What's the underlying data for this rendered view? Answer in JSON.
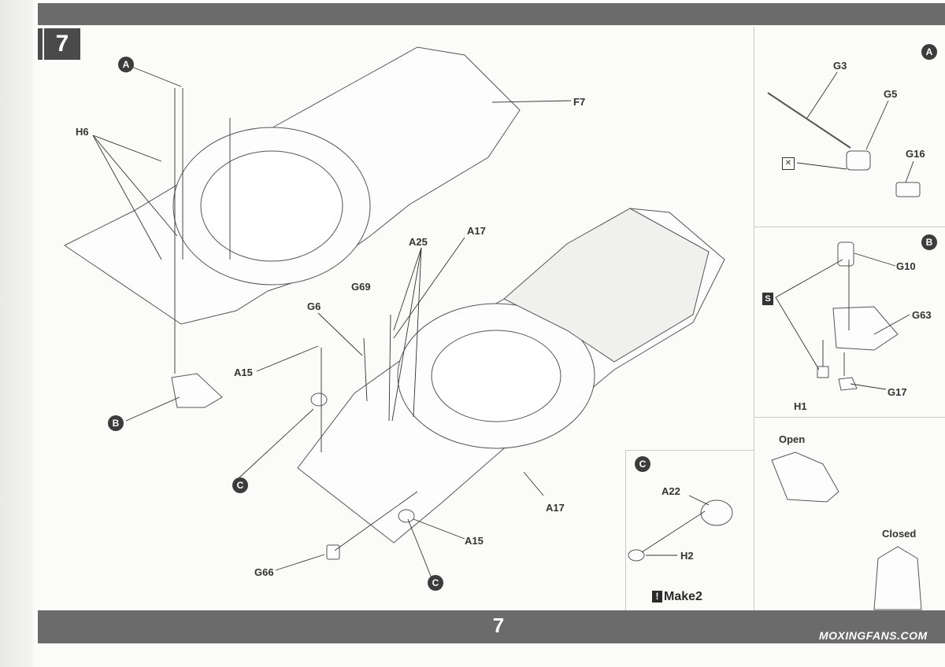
{
  "step": {
    "number": "7",
    "footer_number": "7"
  },
  "markers": {
    "a": "A",
    "b": "B",
    "c": "C"
  },
  "main_labels": {
    "f7": "F7",
    "h6": "H6",
    "a25": "A25",
    "a17_top": "A17",
    "g69": "G69",
    "g6": "G6",
    "a15_left": "A15",
    "a17_bottom": "A17",
    "a15_bottom": "A15",
    "g66": "G66"
  },
  "panel_a": {
    "g3": "G3",
    "g5": "G5",
    "g16": "G16"
  },
  "panel_b": {
    "g10": "G10",
    "g63": "G63",
    "g17": "G17",
    "h1": "H1"
  },
  "panel_c": {
    "a22": "A22",
    "h2": "H2",
    "make_note": "Make2"
  },
  "hatch_states": {
    "open": "Open",
    "closed": "Closed"
  },
  "watermark": "MOXINGFANS.COM"
}
